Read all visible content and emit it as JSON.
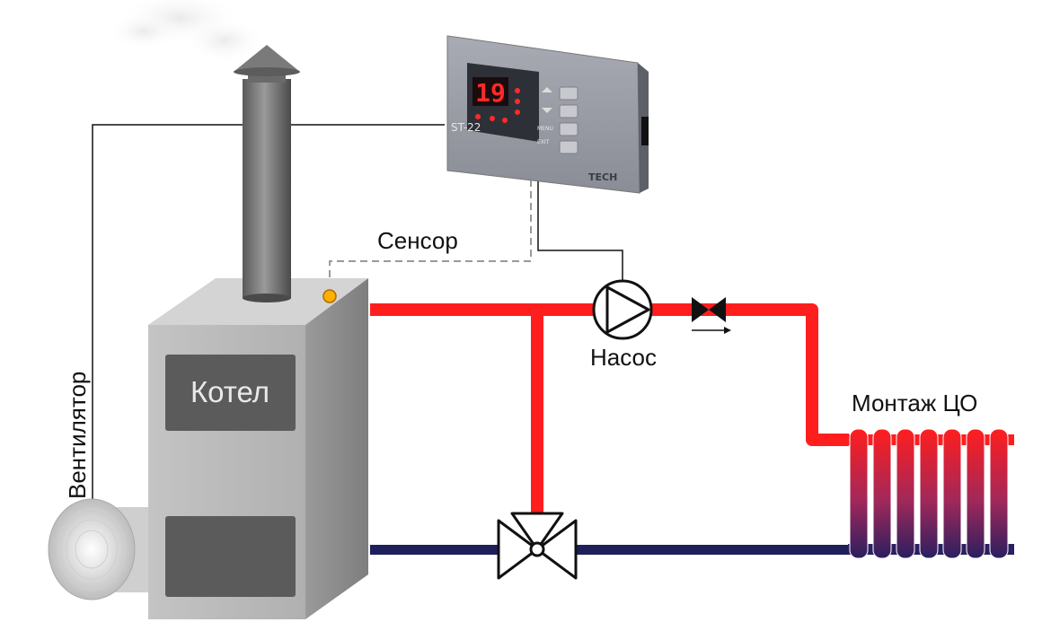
{
  "labels": {
    "sensor": "Сенсор",
    "pump": "Насос",
    "boiler": "Котел",
    "fan": "Вентилятор",
    "radiator": "Монтаж ЦО"
  },
  "controller": {
    "model": "ST-22",
    "brand": "TECH",
    "display_value": "19",
    "menu_label": "MENU",
    "exit_label": "EXIT"
  },
  "colors": {
    "supply_pipe": "#ff1e1e",
    "return_pipe": "#1f1f5c",
    "display_digits": "#ff2a2a",
    "boiler_body": "#b9b9b9",
    "sensor_dot": "#ffb000"
  }
}
